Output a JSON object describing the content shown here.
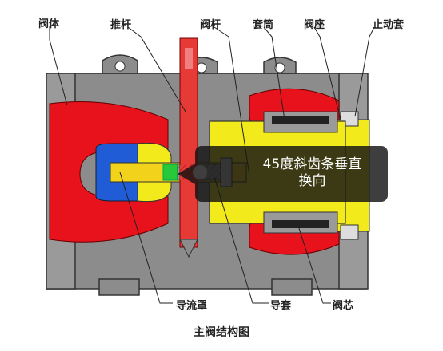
{
  "labels": {
    "valve_body": "阀体",
    "push_rod": "推杆",
    "valve_stem": "阀杆",
    "sleeve": "套筒",
    "valve_seat": "阀座",
    "anti_rotation_sleeve": "止动套",
    "flow_guide_cover": "导流罩",
    "guide_sleeve": "导套",
    "valve_core": "阀芯"
  },
  "caption": "主阀结构图",
  "tooltip": {
    "text_line1": "45度斜齿条垂直",
    "text_line2": "换向"
  },
  "colors": {
    "body_gray": "#8c8c8c",
    "flow_red": "#e8121c",
    "part_yellow": "#f2ea1a",
    "cover_blue": "#1f5cd6",
    "stem_green": "#27c93b",
    "rod_red": "#e63a36"
  }
}
